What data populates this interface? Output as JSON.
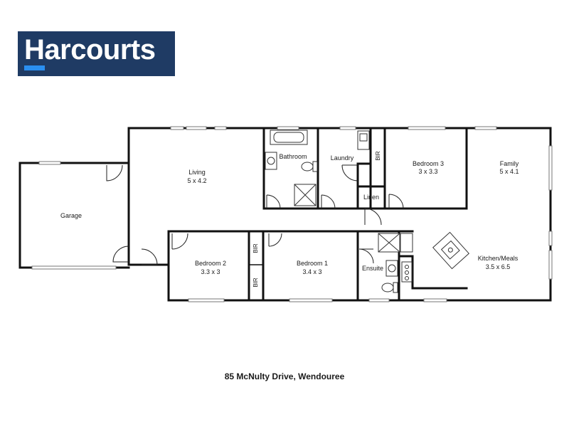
{
  "brand": {
    "name": "Harcourts",
    "color": "#1f3b64",
    "accent": "#2a8ff0"
  },
  "address": "85 McNulty Drive, Wendouree",
  "rooms": {
    "garage": {
      "name": "Garage"
    },
    "living": {
      "name": "Living",
      "size": "5 x 4.2"
    },
    "bathroom": {
      "name": "Bathroom"
    },
    "laundry": {
      "name": "Laundry"
    },
    "bir": "BIR",
    "linen": {
      "name": "Linen"
    },
    "bedroom3": {
      "name": "Bedroom 3",
      "size": "3 x 3.3"
    },
    "family": {
      "name": "Family",
      "size": "5 x 4.1"
    },
    "bedroom2": {
      "name": "Bedroom 2",
      "size": "3.3 x 3"
    },
    "bedroom1": {
      "name": "Bedroom 1",
      "size": "3.4 x 3"
    },
    "ensuite": {
      "name": "Ensuite"
    },
    "kitchen": {
      "name": "Kitchen/Meals",
      "size": "3.5 x 6.5"
    }
  }
}
